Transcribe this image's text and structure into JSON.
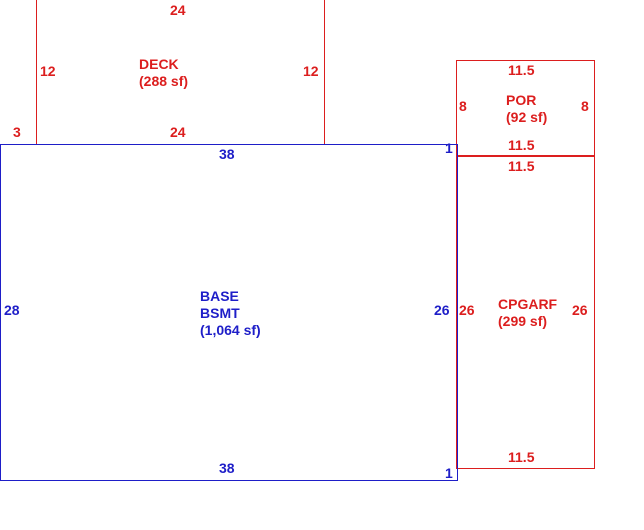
{
  "colors": {
    "red": "#dc1e1e",
    "blue": "#1e1ec8"
  },
  "deck": {
    "name": "DECK",
    "area": "(288 sf)",
    "top": "24",
    "bottom": "24",
    "left": "12",
    "right": "12",
    "offset": "3"
  },
  "por": {
    "name": "POR",
    "area": "(92 sf)",
    "top": "11.5",
    "bottom": "11.5",
    "left": "8",
    "right": "8"
  },
  "base": {
    "name_line1": "BASE",
    "name_line2": "BSMT",
    "area": "(1,064 sf)",
    "top": "38",
    "bottom": "38",
    "left": "28",
    "right": "26",
    "corner_top": "1",
    "corner_bottom": "1"
  },
  "cpgarf": {
    "name": "CPGARF",
    "area": "(299 sf)",
    "top": "11.5",
    "bottom": "11.5",
    "left": "26",
    "right": "26"
  }
}
